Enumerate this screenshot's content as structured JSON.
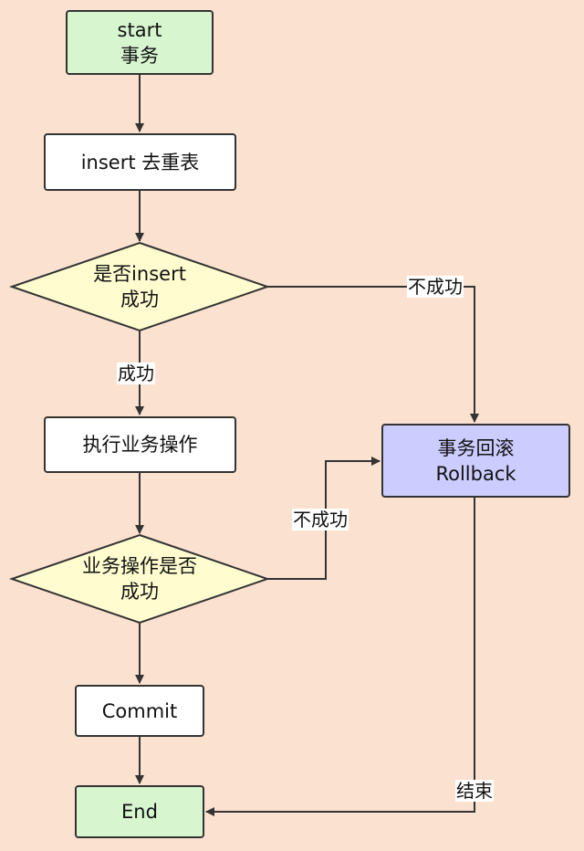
{
  "nodes": {
    "start": "start\n事务",
    "insert": "insert 去重表",
    "decision1": "是否insert\n成功",
    "execute": "执行业务操作",
    "decision2": "业务操作是否\n成功",
    "rollback": "事务回滚\nRollback",
    "commit": "Commit",
    "end": "End"
  },
  "edges": {
    "d1_fail": "不成功",
    "d1_success": "成功",
    "d2_fail": "不成功",
    "rollback_end": "结束"
  },
  "colors": {
    "background": "#fbe2d0",
    "terminal": "#d7f6d0",
    "process": "#ffffff",
    "decision": "#fffdd0",
    "rollback": "#ccccff",
    "line": "#333333"
  }
}
